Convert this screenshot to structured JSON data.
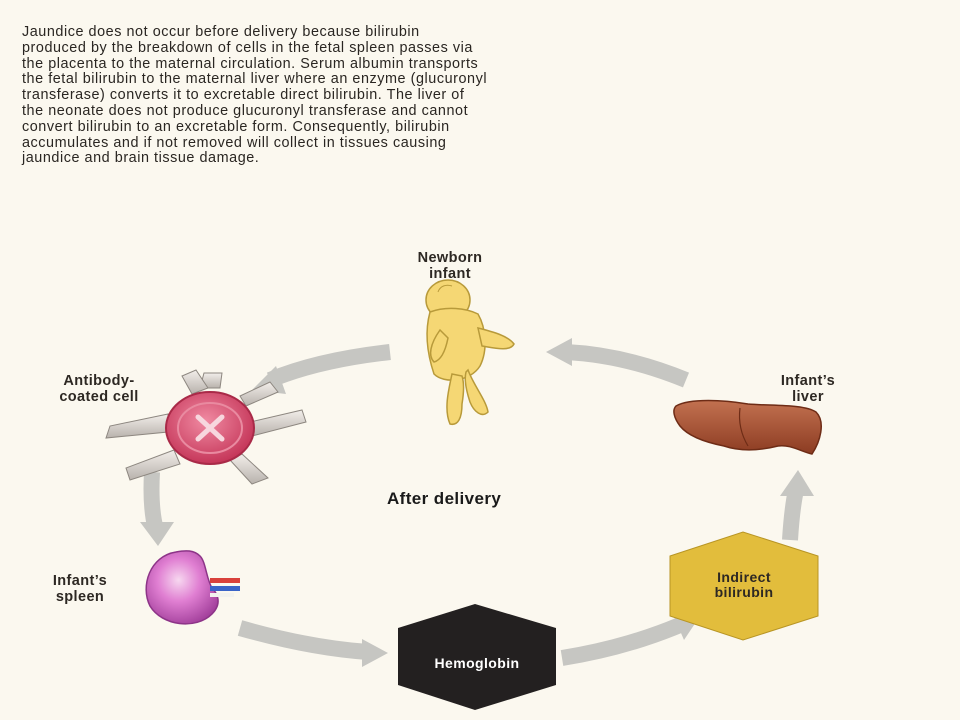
{
  "paragraph": [
    "Jaundice does not occur before delivery because bilirubin",
    "produced by the breakdown of cells in the fetal spleen passes via",
    "the placenta to the maternal circulation. Serum albumin transports",
    "the fetal bilirubin to the maternal liver where an enzyme (glucuronyl",
    "transferase) converts it to excretable direct bilirubin. The liver of",
    "the neonate does not produce glucuronyl transferase and cannot",
    "convert bilirubin to an excretable form. Consequently, bilirubin",
    "accumulates and if not removed will collect in tissues causing",
    "jaundice and brain tissue damage."
  ],
  "diagram": {
    "center_title": "After delivery",
    "nodes": {
      "newborn": {
        "line1": "Newborn",
        "line2": "infant"
      },
      "antibody_cell": {
        "line1": "Antibody-",
        "line2": "coated cell"
      },
      "spleen": {
        "line1": "Infant’s",
        "line2": "spleen"
      },
      "hemoglobin": {
        "label": "Hemoglobin"
      },
      "indirect_bilirubin": {
        "line1": "Indirect",
        "line2": "bilirubin"
      },
      "liver": {
        "line1": "Infant’s",
        "line2": "liver"
      }
    },
    "icons": {
      "newborn": "newborn-infant-icon",
      "antibody_cell": "antibody-coated-cell-icon",
      "spleen": "spleen-icon",
      "liver": "liver-icon"
    },
    "colors": {
      "background": "#fbf8ef",
      "arrow": "#c6c6c2",
      "cell": "#d2486a",
      "spleen": "#c052b8",
      "liver": "#9c4a2a",
      "hemoglobin": "#232020",
      "indirect_bilirubin": "#e2bd3c",
      "infant": "#f5d774"
    }
  }
}
